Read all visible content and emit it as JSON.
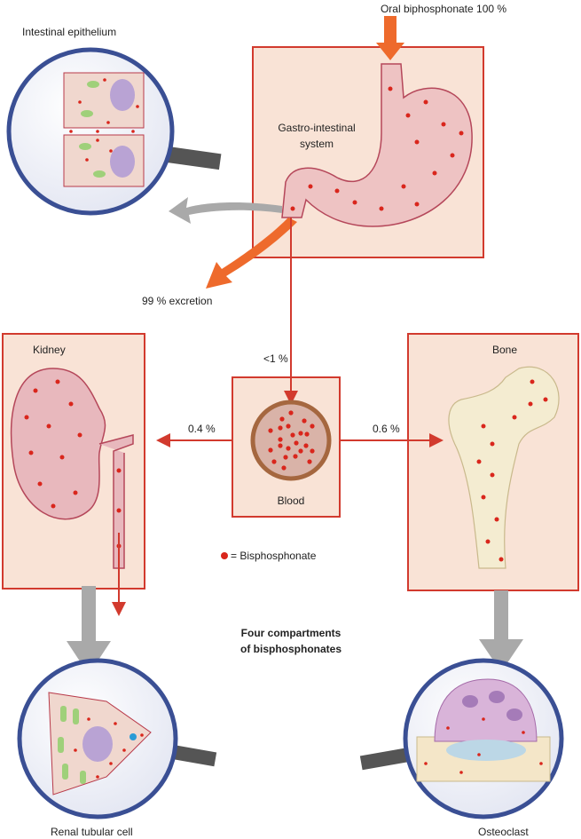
{
  "labels": {
    "oral_dose": "Oral biphosphonate 100 %",
    "intestinal": "Intestinal epithelium",
    "gi_line1": "Gastro-intestinal",
    "gi_line2": "system",
    "excretion": "99 % excretion",
    "to_blood": "<1 %",
    "kidney": "Kidney",
    "bone": "Bone",
    "blood": "Blood",
    "to_kidney": "0.4 %",
    "to_bone": "0.6 %",
    "legend": "= Bisphosphonate",
    "title_line1": "Four compartments",
    "title_line2": "of bisphosphonates",
    "renal_cell": "Renal tubular cell",
    "osteoclast": "Osteoclast"
  },
  "colors": {
    "box_fill": "#f9e3d6",
    "box_stroke": "#d23a2e",
    "dot": "#d9261c",
    "orange_arrow": "#ee6a2c",
    "grey_arrow": "#a9a9a9",
    "lens_rim": "#3a4f94"
  }
}
